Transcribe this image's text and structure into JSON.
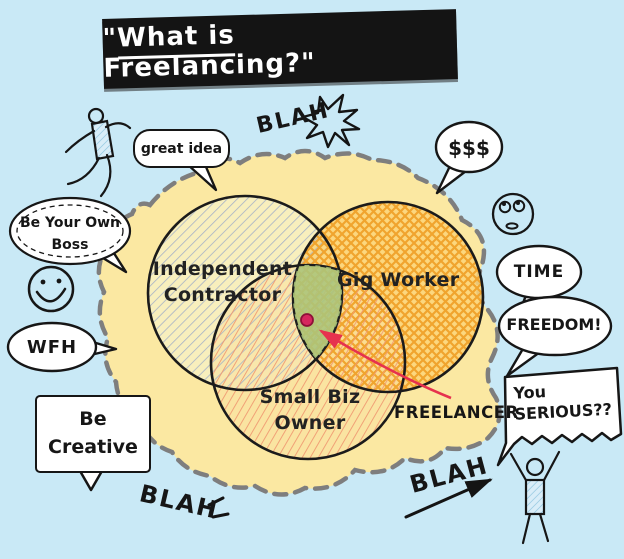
{
  "title": {
    "open_quote": "\"",
    "underlined": "What is",
    "rest": " Freelancing?\""
  },
  "venn": {
    "circle1_label": "Independent\nContractor",
    "circle2_label": "Gig Worker",
    "circle3_label": "Small Biz\nOwner",
    "pointer_label": "FREELANCER"
  },
  "callouts": {
    "great_idea": "great idea",
    "blah_top": "BLAH",
    "money": "$$$",
    "time": "TIME",
    "freedom": "FREEDOM!",
    "be_your_own_boss": "Be Your Own\nBoss",
    "wfh": "WFH",
    "be_creative": "Be\nCreative",
    "you_serious": "You\nSERIOUS??",
    "blah_left": "BLAH",
    "blah_right": "BLAH"
  },
  "icons": {
    "running_figure": "running-figure-icon",
    "cheering_figure": "cheering-figure-icon",
    "smiley_face": "smiley-face-icon",
    "eye_roll_face": "eye-roll-face-icon",
    "burst_star": "burst-star-icon"
  },
  "colors": {
    "background": "#c9e9f6",
    "blob_fill": "#fbe8a2",
    "blob_border": "#7e7e7e",
    "banner_bg": "#141414",
    "banner_text": "#ffffff",
    "outline": "#1b1b1b",
    "independent_contractor_hatch": "#a6b2c6",
    "gig_worker_hatch": "#f0a42e",
    "small_biz_hatch": "#f09a72",
    "center_overlap_green": "#aac57b",
    "freelancer_red": "#e6324e",
    "bubble_fill": "#ffffff"
  }
}
